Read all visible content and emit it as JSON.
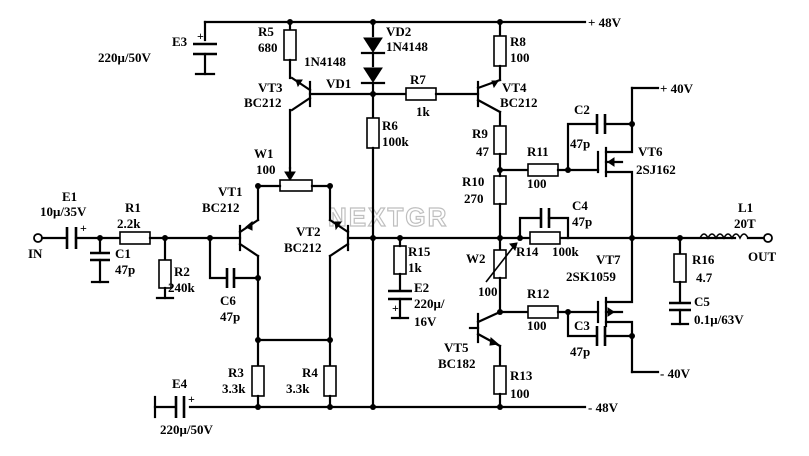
{
  "watermark": "NEXTGR",
  "rails": {
    "pos48": "+ 48V",
    "neg48": "- 48V",
    "pos40": "+ 40V",
    "neg40": "- 40V"
  },
  "io": {
    "in": "IN",
    "out": "OUT"
  },
  "components": {
    "E1": {
      "name": "E1",
      "value": "10μ/35V"
    },
    "C1": {
      "name": "C1",
      "value": "47p"
    },
    "R1": {
      "name": "R1",
      "value": "2.2k"
    },
    "R2": {
      "name": "R2",
      "value": "240k"
    },
    "C6": {
      "name": "C6",
      "value": "47p"
    },
    "R3": {
      "name": "R3",
      "value": "3.3k"
    },
    "R4": {
      "name": "R4",
      "value": "3.3k"
    },
    "E4": {
      "name": "E4",
      "value": "220μ/50V"
    },
    "E3": {
      "name": "E3",
      "value": "220μ/50V"
    },
    "R5": {
      "name": "R5",
      "value": "680"
    },
    "VT3": {
      "name": "VT3",
      "value": "BC212"
    },
    "VD2": {
      "name": "VD2",
      "value": "1N4148"
    },
    "VD1": {
      "name": "VD1",
      "value": "1N4148"
    },
    "R7": {
      "name": "R7",
      "value": "1k"
    },
    "R6": {
      "name": "R6",
      "value": "100k"
    },
    "W1": {
      "name": "W1",
      "value": "100"
    },
    "VT1": {
      "name": "VT1",
      "value": "BC212"
    },
    "VT2": {
      "name": "VT2",
      "value": "BC212"
    },
    "R15": {
      "name": "R15",
      "value": "1k"
    },
    "E2": {
      "name": "E2",
      "value": "220μ/",
      "value2": "16V"
    },
    "R8": {
      "name": "R8",
      "value": "100"
    },
    "VT4": {
      "name": "VT4",
      "value": "BC212"
    },
    "R9": {
      "name": "R9",
      "value": "47"
    },
    "R10": {
      "name": "R10",
      "value": "270"
    },
    "W2": {
      "name": "W2",
      "value": "100"
    },
    "VT5": {
      "name": "VT5",
      "value": "BC182"
    },
    "R13": {
      "name": "R13",
      "value": "100"
    },
    "R11": {
      "name": "R11",
      "value": "100"
    },
    "R12": {
      "name": "R12",
      "value": "100"
    },
    "C2": {
      "name": "C2",
      "value": "47p"
    },
    "C3": {
      "name": "C3",
      "value": "47p"
    },
    "C4": {
      "name": "C4",
      "value": "47p"
    },
    "R14": {
      "name": "R14",
      "value": "100k"
    },
    "VT6": {
      "name": "VT6",
      "value": "2SJ162"
    },
    "VT7": {
      "name": "VT7",
      "value": "2SK1059"
    },
    "L1": {
      "name": "L1",
      "value": "20T"
    },
    "R16": {
      "name": "R16",
      "value": "4.7"
    },
    "C5": {
      "name": "C5",
      "value": "0.1μ/63V"
    }
  }
}
